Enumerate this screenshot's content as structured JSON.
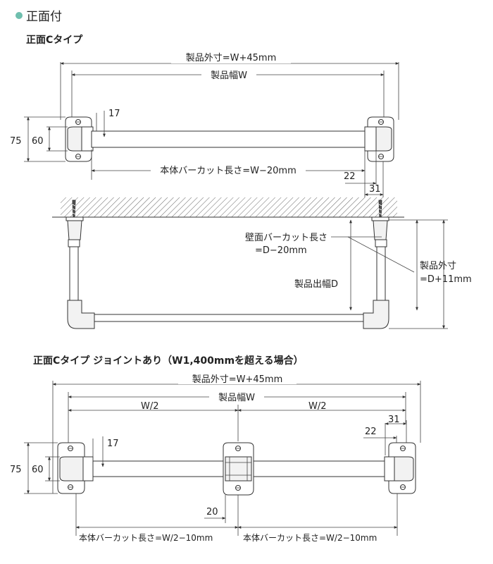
{
  "section": {
    "marker_color": "#6fbfae",
    "title": "正面付"
  },
  "diagram_1": {
    "heading": "正面Cタイプ",
    "outer_size": "製品外寸=W+45mm",
    "product_width": "製品幅W",
    "dim_17": "17",
    "dim_75": "75",
    "dim_60": "60",
    "bar_cut": "本体バーカット長さ=W−20mm",
    "dim_22": "22",
    "dim_31": "31",
    "wall_cut_line1": "壁面バーカット長さ",
    "wall_cut_line2": "=D−20mm",
    "depth": "製品出幅D",
    "outer_depth_line1": "製品外寸",
    "outer_depth_line2": "=D+11mm"
  },
  "diagram_2": {
    "heading": "正面Cタイプ ジョイントあり（W1,400mmを超える場合）",
    "outer_size": "製品外寸=W+45mm",
    "product_width": "製品幅W",
    "half_left": "W/2",
    "half_right": "W/2",
    "dim_31": "31",
    "dim_22": "22",
    "dim_17": "17",
    "dim_75": "75",
    "dim_60": "60",
    "dim_20": "20",
    "bar_cut_left": "本体バーカット長さ=W/2−10mm",
    "bar_cut_right": "本体バーカット長さ=W/2−10mm"
  }
}
